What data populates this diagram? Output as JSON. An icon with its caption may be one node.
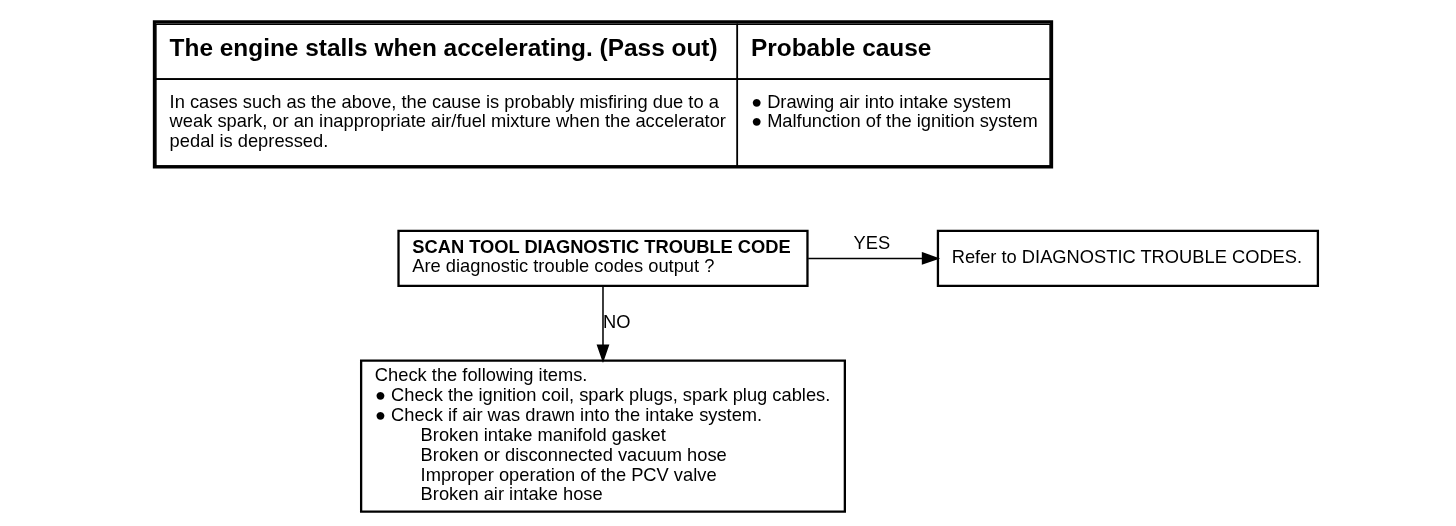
{
  "diagram": {
    "nodes": [
      {
        "text": [
          "SCAN TOOL DIAGNOSTIC TROUBLE CODE",
          "Are diagnostic trouble codes output ?"
        ]
      },
      {
        "text": [
          "Refer to DIAGNOSTIC TROUBLE CODES."
        ]
      },
      {
        "text": [
          "Check the following items.",
          "● Check the ignition coil, spark plugs, spark plug cables.",
          "● Check if air was drawn into the intake system.",
          "Broken intake manifold gasket",
          "Broken or disconnected vacuum hose",
          "Improper operation of the PCV valve",
          "Broken air intake hose"
        ]
      }
    ],
    "edges": [
      {
        "from": 0,
        "to": 1,
        "arrow": "to",
        "label": "YES"
      },
      {
        "from": 0,
        "to": 2,
        "arrow": "to",
        "label": "NO"
      }
    ],
    "labels": [
      "The engine stalls when accelerating. (Pass out)",
      "Probable cause",
      "In cases such as the above, the cause is probably misfiring due to a weak spark, or an inappropriate air/fuel mixture when the accelerator pedal is depressed.",
      "● Drawing air into intake system",
      "● Malfunction of the ignition system"
    ]
  }
}
